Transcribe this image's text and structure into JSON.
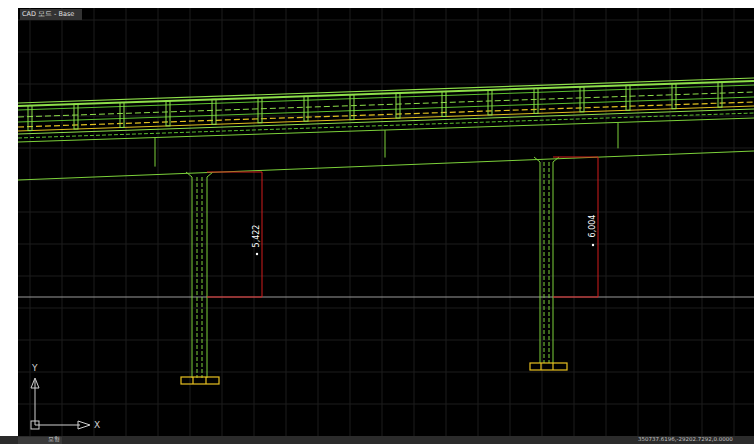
{
  "diagram": {
    "labels": [
      "CAD 모드 - Base",
      "5,422",
      "6,004",
      "Y",
      "X",
      "모형",
      "350737.6196,-29202.7292,0.0000"
    ]
  }
}
